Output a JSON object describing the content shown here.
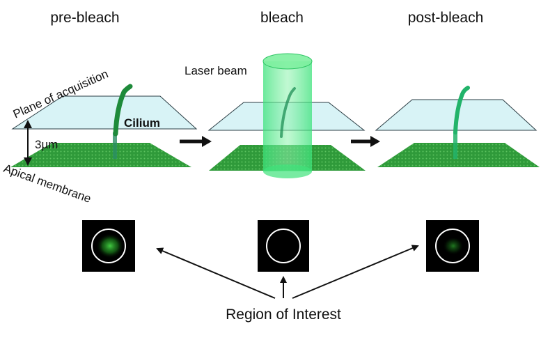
{
  "stages": [
    {
      "title": "pre-bleach"
    },
    {
      "title": "bleach"
    },
    {
      "title": "post-bleach"
    }
  ],
  "labels": {
    "plane": "Plane of acquisition",
    "cilium": "Cilium",
    "distance": "3µm",
    "membrane": "Apical membrane",
    "laser": "Laser beam",
    "roi": "Region of Interest"
  },
  "colors": {
    "membrane": "#2f9a3a",
    "plane": "#c9eef3",
    "cilium_pre": "#1e8a3a",
    "cilium_post": "#22b36a",
    "laser": "#3ee27a",
    "roi_bg": "#000000",
    "roi_circle": "#ffffff",
    "roi_signal": "#3ecf3e"
  }
}
